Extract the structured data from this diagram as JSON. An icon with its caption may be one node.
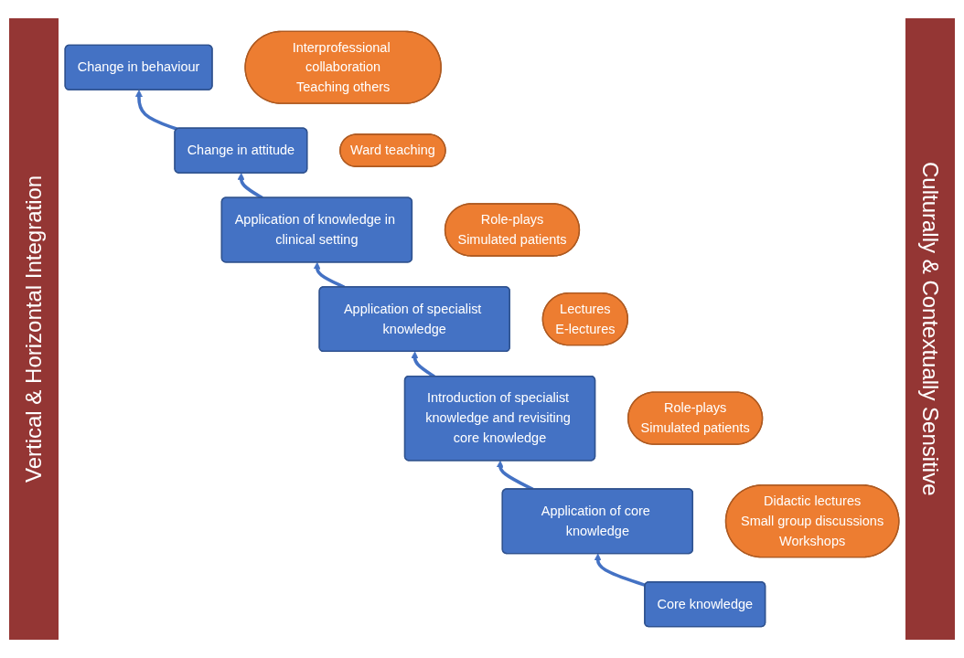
{
  "diagram": {
    "nodes": [
      {
        "text": [
          "Change in behaviour"
        ]
      },
      {
        "text": [
          "Interprofessional collaboration",
          "Teaching others"
        ]
      },
      {
        "text": [
          "Change in attitude"
        ]
      },
      {
        "text": [
          "Ward teaching"
        ]
      },
      {
        "text": [
          "Application of knowledge in clinical setting"
        ]
      },
      {
        "text": [
          "Role-plays",
          "Simulated patients"
        ]
      },
      {
        "text": [
          "Application of specialist knowledge"
        ]
      },
      {
        "text": [
          "Lectures",
          "E-lectures"
        ]
      },
      {
        "text": [
          "Introduction of specialist knowledge and revisiting core knowledge"
        ]
      },
      {
        "text": [
          "Role-plays",
          "Simulated patients"
        ]
      },
      {
        "text": [
          "Application of core knowledge"
        ]
      },
      {
        "text": [
          "Didactic lectures",
          "Small group discussions",
          "Workshops"
        ]
      },
      {
        "text": [
          "Core knowledge"
        ]
      }
    ],
    "edges": [
      {
        "from": 12,
        "to": 10,
        "arrow": "to"
      },
      {
        "from": 10,
        "to": 8,
        "arrow": "to"
      },
      {
        "from": 8,
        "to": 6,
        "arrow": "to"
      },
      {
        "from": 6,
        "to": 4,
        "arrow": "to"
      },
      {
        "from": 4,
        "to": 2,
        "arrow": "to"
      },
      {
        "from": 2,
        "to": 0,
        "arrow": "to"
      }
    ],
    "labels": [
      "Vertical & Horizontal Integration",
      "Culturally & Contextually Sensitive"
    ]
  }
}
